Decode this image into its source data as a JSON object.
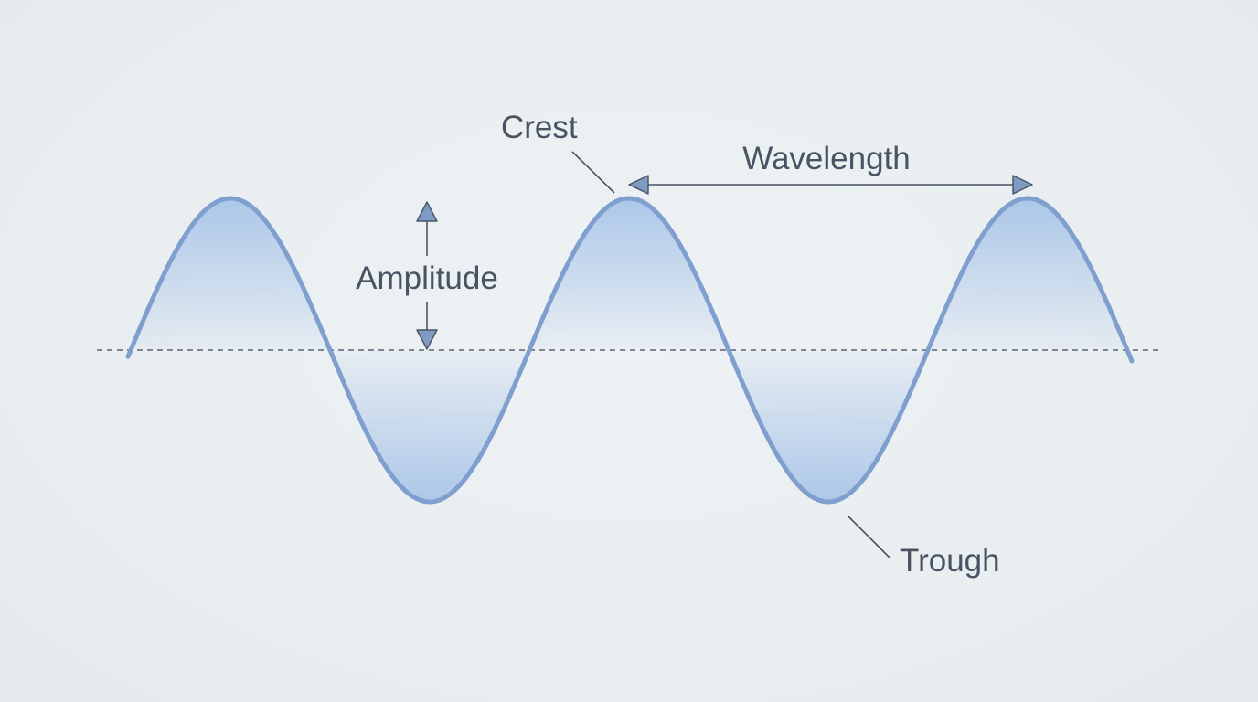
{
  "labels": {
    "crest": "Crest",
    "wavelength": "Wavelength",
    "amplitude": "Amplitude",
    "trough": "Trough"
  },
  "colors": {
    "wave_stroke": "#7fa0cf",
    "wave_fill": "#a9c5e8",
    "baseline": "#5b6472",
    "annotation": "#485463",
    "arrowhead": "#7f9ac4"
  }
}
